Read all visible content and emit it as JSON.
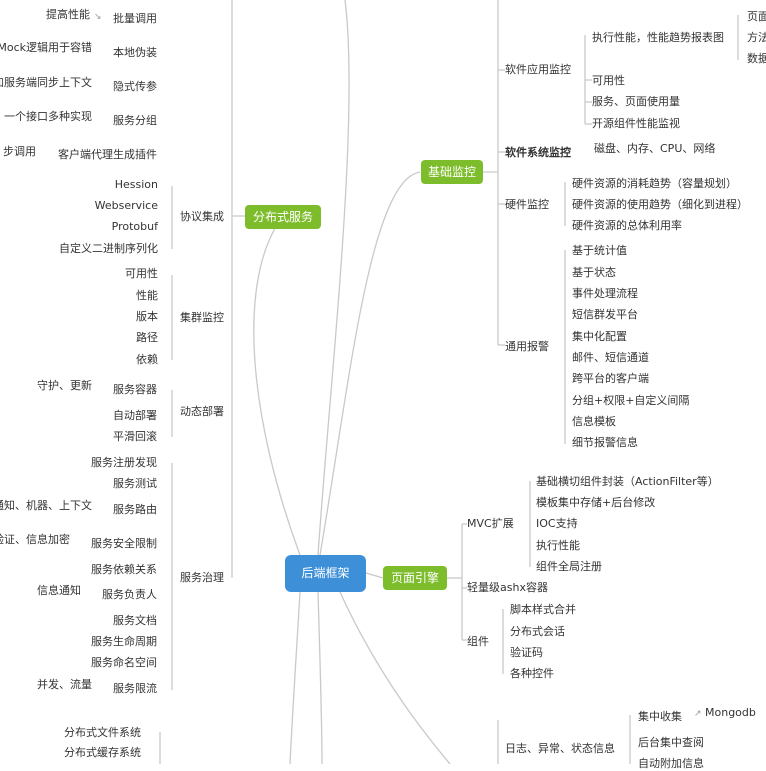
{
  "center": "后端框架",
  "branches": {
    "distributed": "分布式服务",
    "monitoring": "基础监控",
    "page_engine": "页面引擎"
  },
  "left": {
    "batch": {
      "label": "批量调用",
      "child": "提高性能"
    },
    "local_mock": {
      "label": "本地伪装",
      "child": "Mock逻辑用于容错"
    },
    "implicit": {
      "label": "隐式传参",
      "child": "加服务端同步上下文"
    },
    "group": {
      "label": "服务分组",
      "child": "一个接口多种实现"
    },
    "client_plugin": {
      "label": "客户端代理生成插件",
      "child": "步调用"
    },
    "protocol": {
      "label": "协议集成",
      "children": [
        "Hession",
        "Webservice",
        "Protobuf",
        "自定义二进制序列化"
      ]
    },
    "cluster": {
      "label": "集群监控",
      "children": [
        "可用性",
        "性能",
        "版本",
        "路径",
        "依赖"
      ]
    },
    "deploy": {
      "label": "动态部署",
      "children": [
        {
          "label": "服务容器",
          "child": "守护、更新"
        },
        {
          "label": "自动部署"
        },
        {
          "label": "平滑回滚"
        }
      ]
    },
    "governance": {
      "label": "服务治理",
      "children": [
        {
          "label": "服务注册发现"
        },
        {
          "label": "服务测试"
        },
        {
          "label": "服务路由",
          "child": "通知、机器、上下文"
        },
        {
          "label": "服务安全限制",
          "child": "验证、信息加密"
        },
        {
          "label": "服务依赖关系"
        },
        {
          "label": "服务负责人",
          "child": "信息通知"
        },
        {
          "label": "服务文档"
        },
        {
          "label": "服务生命周期"
        },
        {
          "label": "服务命名空间"
        },
        {
          "label": "服务限流",
          "child": "并发、流量"
        }
      ]
    },
    "bottom": [
      "分布式文件系统",
      "分布式缓存系统"
    ]
  },
  "monitor": {
    "app": {
      "label": "软件应用监控",
      "children": [
        {
          "label": "执行性能，性能趋势报表图",
          "children": [
            "页面",
            "方法",
            "数据"
          ]
        },
        {
          "label": "可用性"
        },
        {
          "label": "服务、页面使用量"
        },
        {
          "label": "开源组件性能监视"
        }
      ]
    },
    "sys": {
      "label": "软件系统监控",
      "child": "磁盘、内存、CPU、网络"
    },
    "hw": {
      "label": "硬件监控",
      "children": [
        "硬件资源的消耗趋势（容量规划）",
        "硬件资源的使用趋势（细化到进程）",
        "硬件资源的总体利用率"
      ]
    },
    "alarm": {
      "label": "通用报警",
      "children": [
        "基于统计值",
        "基于状态",
        "事件处理流程",
        "短信群发平台",
        "集中化配置",
        "邮件、短信通道",
        "跨平台的客户端",
        "分组+权限+自定义间隔",
        "信息模板",
        "细节报警信息"
      ]
    }
  },
  "page": {
    "mvc": {
      "label": "MVC扩展",
      "children": [
        "基础横切组件封装（ActionFilter等）",
        "模板集中存储+后台修改",
        "IOC支持",
        "执行性能",
        "组件全局注册"
      ]
    },
    "ashx": "轻量级ashx容器",
    "comp": {
      "label": "组件",
      "children": [
        "脚本样式合并",
        "分布式会话",
        "验证码",
        "各种控件"
      ]
    }
  },
  "log": {
    "label": "日志、异常、状态信息",
    "children": [
      {
        "label": "集中收集",
        "child": "Mongodb"
      },
      {
        "label": "后台集中查阅"
      },
      {
        "label": "自动附加信息"
      }
    ]
  },
  "colors": {
    "green": "#7dbd2b",
    "blue": "#3d8fd8",
    "line": "#c8c8c8",
    "text": "#333333"
  }
}
